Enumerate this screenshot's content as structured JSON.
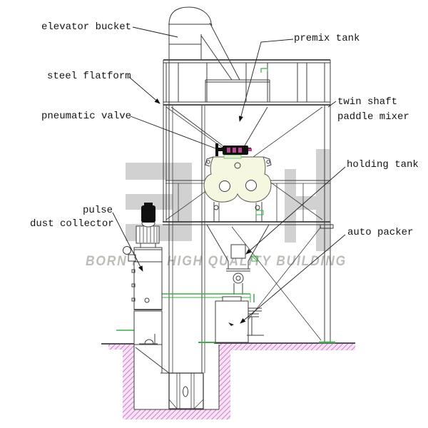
{
  "diagram": {
    "labels": {
      "elevator_bucket": "elevator bucket",
      "steel_platform": "steel flatform",
      "pneumatic_valve": "pneumatic valve",
      "premix_tank": "premix tank",
      "twin_shaft_line1": "twin shaft",
      "twin_shaft_line2": "paddle mixer",
      "holding_tank": "holding tank",
      "auto_packer": "auto packer",
      "pulse_line1": "pulse",
      "pulse_line2": "dust collector"
    },
    "watermark": {
      "logo": "BH",
      "slogan": "BORN FOR HIGH QUALITY BUILDING"
    },
    "colors": {
      "line": "#3c3c3c",
      "green": "#3fae49",
      "pink_hatch": "#d07fcb",
      "pink_bg": "#f7e3f5",
      "mixer_fill": "#f5f7e0",
      "watermark_gray": "#c9c9c9",
      "valve_black": "#101010",
      "valve_magenta": "#bb4394"
    }
  }
}
